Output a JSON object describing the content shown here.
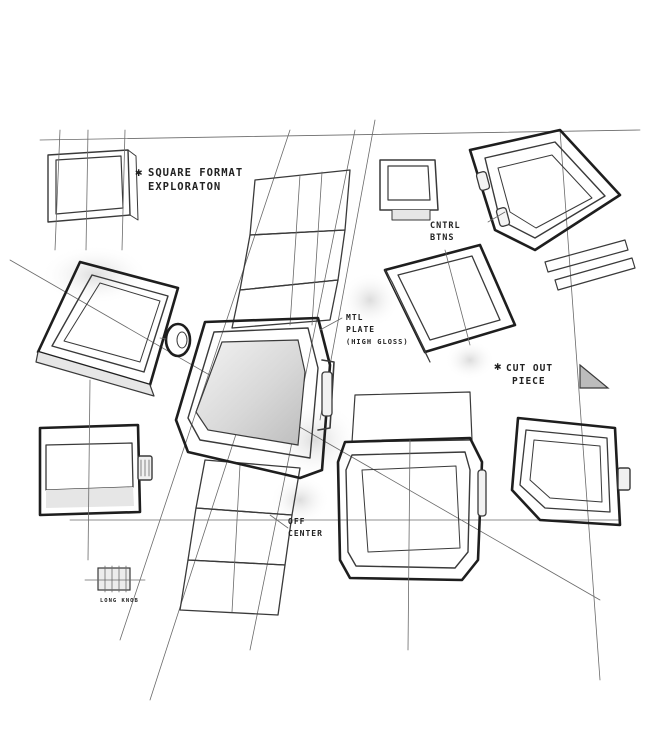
{
  "annotations": {
    "square_format_line1": "SQUARE FORMAT",
    "square_format_line2": "EXPLORATON",
    "cntrl_line1": "CNTRL",
    "cntrl_line2": "BTNS",
    "mtl_line1": "MTL",
    "mtl_line2": "PLATE",
    "mtl_line3": "(HIGH GLOSS)",
    "cut_line1": "CUT OUT",
    "cut_line2": "PIECE",
    "off_line1": "OFF",
    "off_line2": "CENTER",
    "long_knob": "LONG KNOB"
  },
  "colors": {
    "ink": "#3a3a3a",
    "shade": "#e6e6e6",
    "screen": "#d4d4d4"
  }
}
